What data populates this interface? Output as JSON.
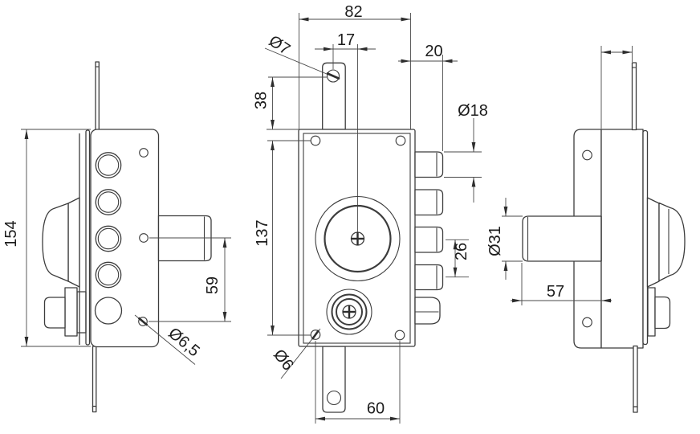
{
  "drawing": {
    "labels": {
      "overall_height": "154",
      "knob_hole_pitch": "59",
      "fixing_hole_dia": "Ø6,5",
      "case_width": "82",
      "tab_hole_offset": "17",
      "bolt_protrusion": "20",
      "tab_hole_dia": "Ø7",
      "tab_hole_drop": "38",
      "bolt_dia": "Ø18",
      "case_height": "137",
      "bolt_pitch": "26",
      "base_hole_dia": "Ø6",
      "base_hole_pitch": "60",
      "deadbolt_dia": "Ø31",
      "deadbolt_length": "57"
    },
    "colors": {
      "background": "#ffffff",
      "line": "#3c3c3c",
      "text": "#1c1c1c"
    }
  }
}
